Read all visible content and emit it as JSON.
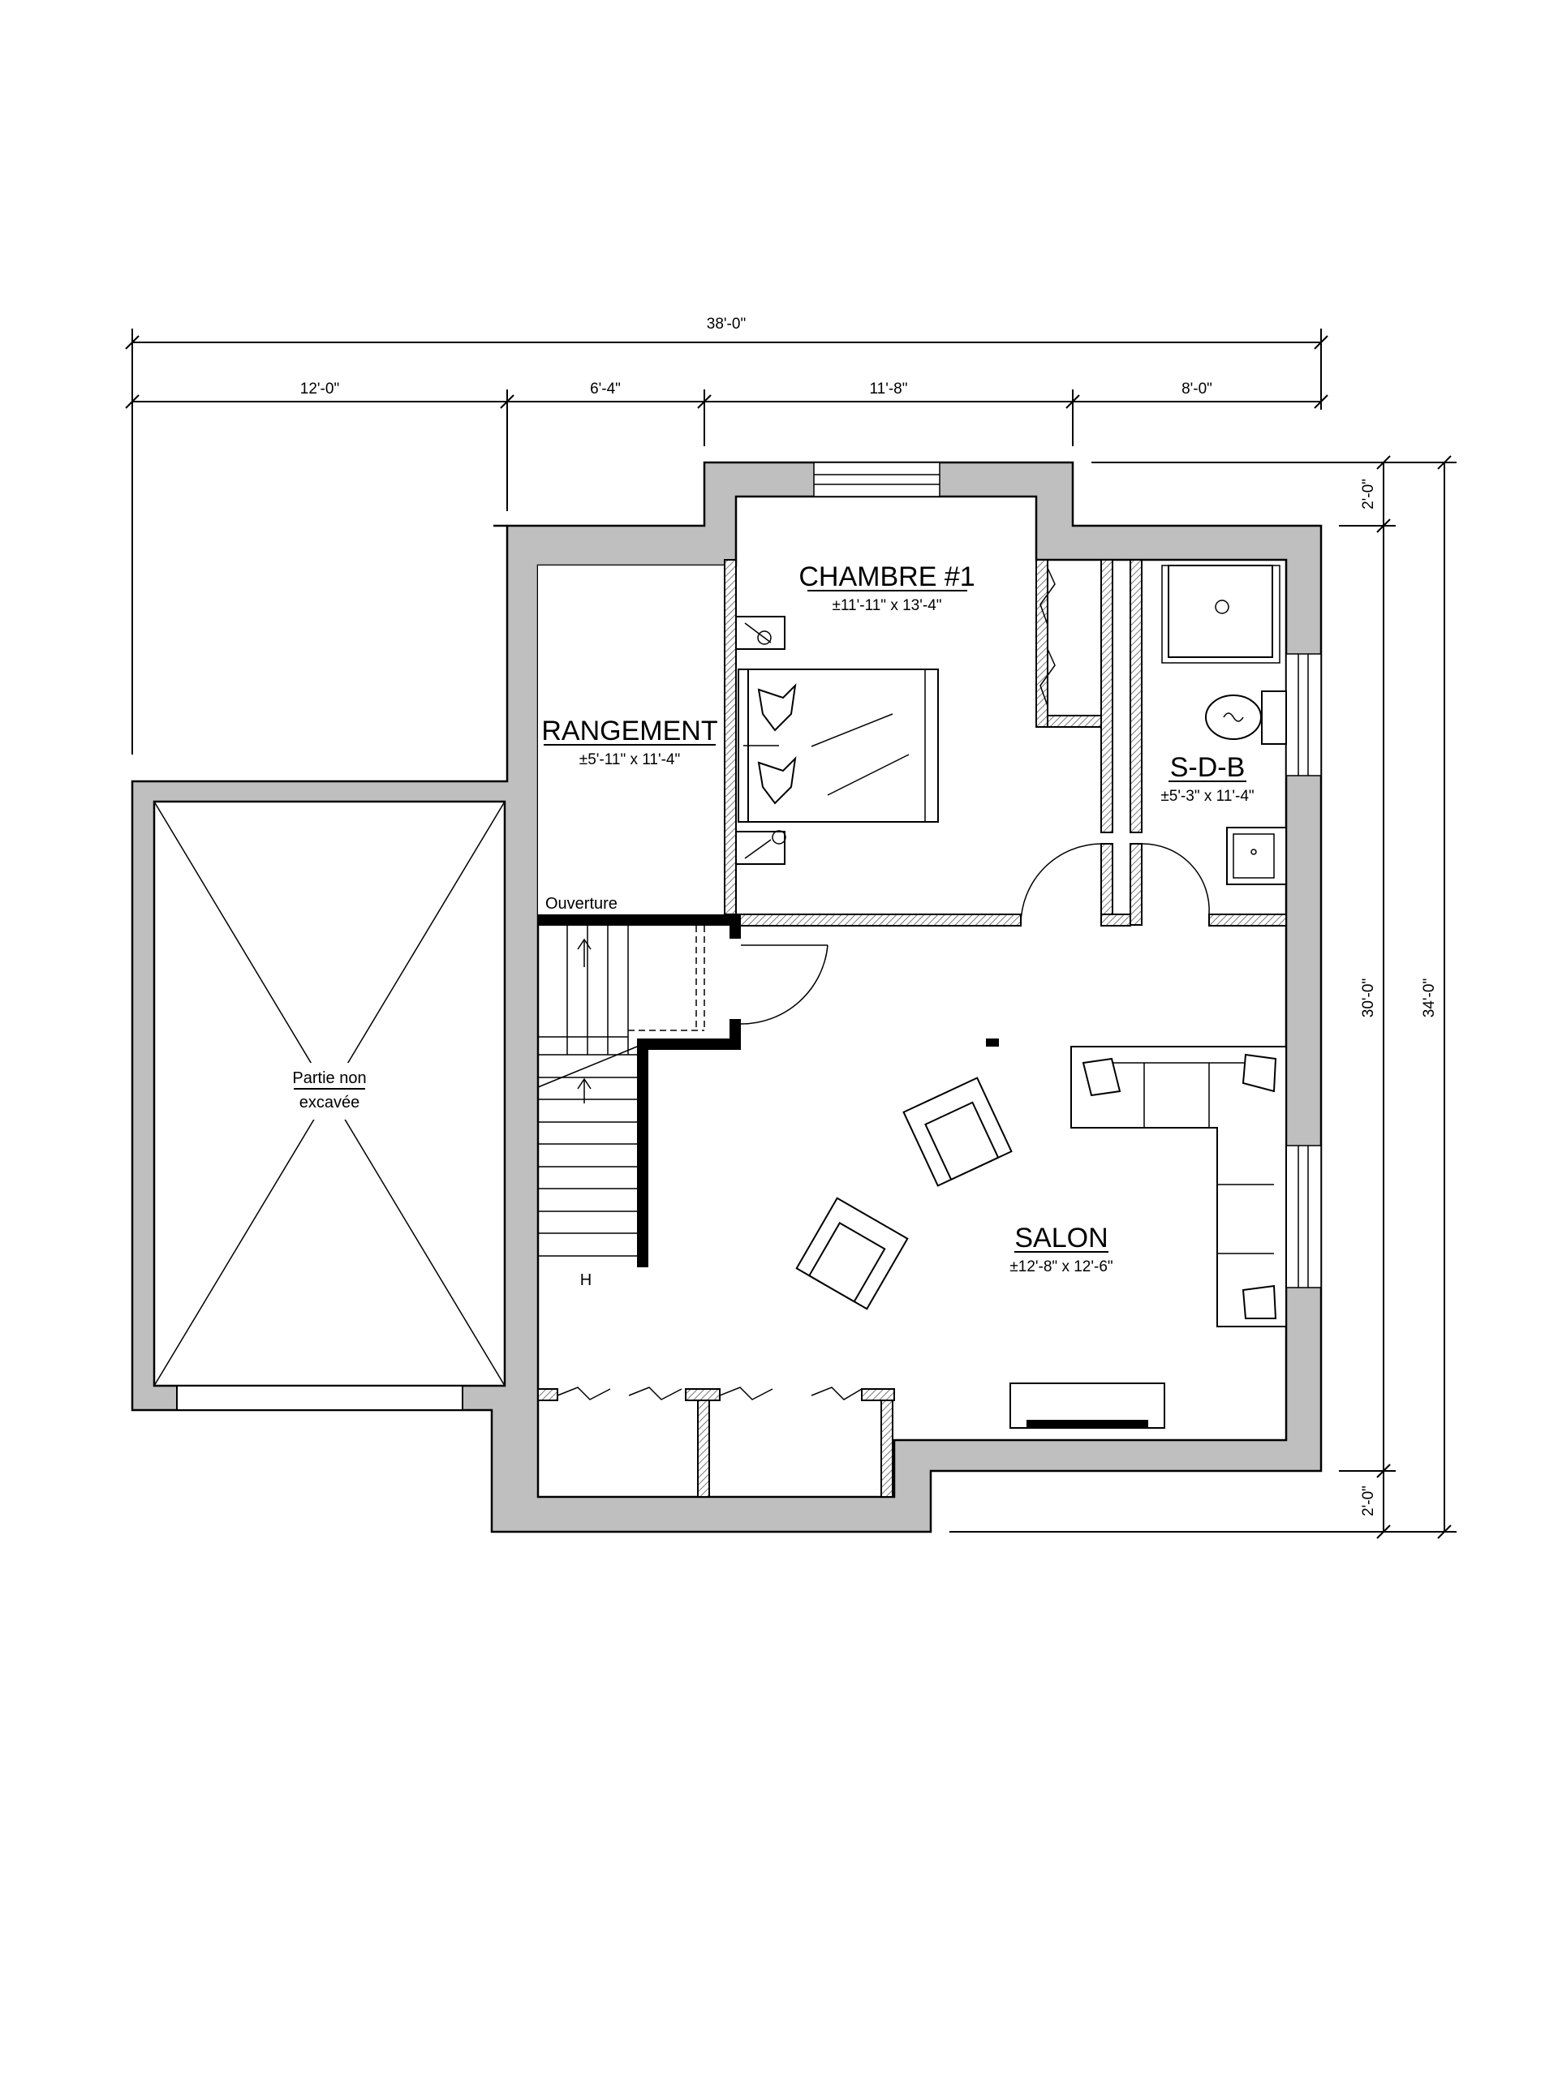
{
  "dimensions": {
    "overall_width": "38'-0\"",
    "segments": [
      "12'-0\"",
      "6'-4\"",
      "11'-8\"",
      "8'-0\""
    ],
    "right_top": "2'-0\"",
    "right_middle": "30'-0\"",
    "right_overall": "34'-0\"",
    "right_bottom": "2'-0\""
  },
  "rooms": {
    "chambre": {
      "name": "CHAMBRE #1",
      "size": "±11'-11\" x 13'-4\""
    },
    "rangement": {
      "name": "RANGEMENT",
      "size": "±5'-11\" x 11'-4\""
    },
    "sdb": {
      "name": "S-D-B",
      "size": "±5'-3\" x 11'-4\""
    },
    "salon": {
      "name": "SALON",
      "size": "±12'-8\" x 12'-6\""
    }
  },
  "notes": {
    "ouverture": "Ouverture",
    "unexcavated_line1": "Partie non",
    "unexcavated_line2": "excavée",
    "stair_mark": "H"
  },
  "colors": {
    "wall": "#bfbfbf",
    "ink": "#000000"
  }
}
